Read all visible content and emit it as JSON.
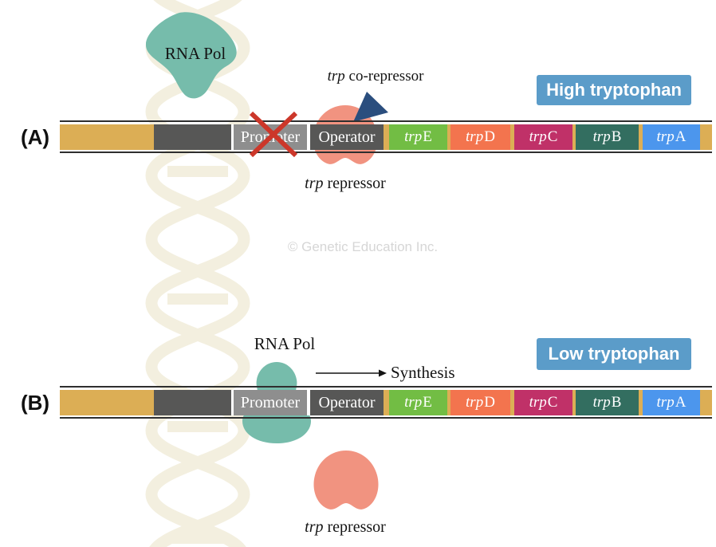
{
  "watermark": "© Genetic Education Inc.",
  "panel_a": {
    "letter": "(A)",
    "rna_pol_label": "RNA Pol",
    "co_repressor_italic": "trp",
    "co_repressor_rest": " co-repressor",
    "repressor_italic": "trp",
    "repressor_rest": " repressor",
    "badge": "High tryptophan"
  },
  "panel_b": {
    "letter": "(B)",
    "rna_pol_label": "RNA Pol",
    "synthesis_label": "Synthesis",
    "repressor_italic": "trp",
    "repressor_rest": " repressor",
    "badge": "Low tryptophan"
  },
  "bar": {
    "promoter_label": "Promoter",
    "operator_label": "Operator",
    "genes": [
      {
        "prefix": "trp",
        "letter": "E"
      },
      {
        "prefix": "trp",
        "letter": "D"
      },
      {
        "prefix": "trp",
        "letter": "C"
      },
      {
        "prefix": "trp",
        "letter": "B"
      },
      {
        "prefix": "trp",
        "letter": "A"
      }
    ]
  },
  "icons": {
    "blocked_x": "x-cross-icon",
    "co_repressor_triangle": "triangle-icon",
    "synthesis_arrow": "right-arrow-icon"
  },
  "colors": {
    "tan": "#dcae55",
    "dark_gray": "#575756",
    "promoter_gray": "#8e8e8e",
    "trpE": "#72bd44",
    "trpD": "#f3744e",
    "trpC": "#c03168",
    "trpB": "#336e60",
    "trpA": "#4c96ed",
    "badge_blue": "#5b9cc9",
    "rna_pol_teal": "#76bcab",
    "repressor_salmon": "#f19380",
    "triangle_navy": "#2b4e7e",
    "x_red": "#cc372a",
    "helix_cream": "#f1edda",
    "strand_dark": "#2e2e2e"
  }
}
